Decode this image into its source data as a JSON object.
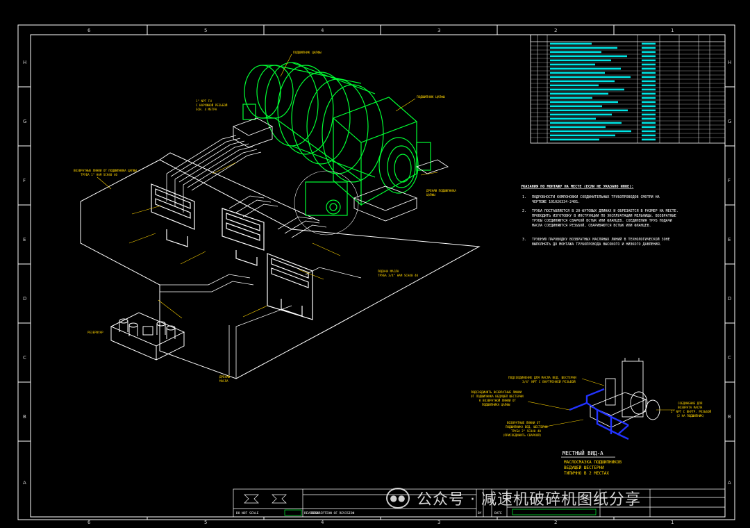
{
  "border": {
    "col_labels_top": [
      "6",
      "5",
      "4",
      "3",
      "2",
      "1"
    ],
    "col_labels_bottom": [
      "6",
      "5",
      "4",
      "3",
      "2",
      "1"
    ],
    "row_labels_left": [
      "H",
      "G",
      "F",
      "E",
      "D",
      "C",
      "B",
      "A"
    ],
    "row_labels_right": [
      "H",
      "G",
      "F",
      "E",
      "D",
      "C",
      "B",
      "A"
    ]
  },
  "notes": {
    "heading": "УКАЗАНИЯ ПО МОНТАЖУ НА МЕСТЕ (ЕСЛИ НЕ УКАЗАНО ИНОЕ):",
    "items": [
      {
        "num": "1.",
        "lines": [
          "ПОДРОБНОСТИ КОМПОНОВКИ СОЕДИНИТЕЛЬНЫХ ТРУБОПРОВОДОВ СМОТРИ НА",
          "ЧЕРТЕЖЕ 101026334-2401."
        ]
      },
      {
        "num": "2.",
        "lines": [
          "ТРУБА ПОСТАВЛЯЕТСЯ В 20-ФУТОВЫХ ДЛИНАХ И ОБРЕЗАЕТСЯ В РАЗМЕР НА МЕСТЕ.",
          "ПРОВОДИТЬ ИЗГОТОВКУ В ИНСТРУКЦИИ ПО ЭКСПЛУАТАЦИИ МЕЛЬНИЦЫ. ВОЗВРАТНЫЕ",
          "ТРУБЫ СОЕДИНЯЮТСЯ СВАРКОЙ ВСТЫК ИЛИ ФЛАНЦЕВ. СОЕДИНЕНИЯ ТРУБ ПОДАЧИ",
          "МАСЛА СОЕДИНЯЮТСЯ РЕЗЬБОЙ, СВАРИВАЮТСЯ ВСТЫК ИЛИ ФЛАНЦЕВ."
        ]
      },
      {
        "num": "3.",
        "lines": [
          "ТРУБНУЮ ПАРОВОДКУ ВОЗВРАТНЫХ МАСЛЯНЫХ ЛИНИЙ В ТЕХНОЛОГИЧЕСКОЙ ЗОНЕ",
          "ВЫПОЛНЯТЬ ДО МОНТАЖА ТРУБОПРОВОДА ВЫСОКОГО И НИЗКОГО ДАВЛЕНИЯ."
        ]
      }
    ]
  },
  "callouts": {
    "top_bearing": "ПОДШИПНИК ЦАПФЫ",
    "right_bearing": "ПОДШИПНИК ЦАПФЫ",
    "pipe_1npt": [
      "1\" NPT ГН",
      "С НАРУЖНОЙ РЕЗЬБОЙ",
      "SCH. 4 МЕТРА"
    ],
    "return_line": [
      "ВОЗВРАТНЫЕ ЛИНИИ ОТ ПОДШИПНИКА ЦАПФЫ",
      "ТРУБА 1\" НАМ SCH40 40"
    ],
    "pinion_drain": [
      "ДРЕНАЖ ПОДШИПНИКА",
      "ЦАПФЫ"
    ],
    "oil_unit": "РЕЗЕРВУАР",
    "supply_line": [
      "ПОДАЧА МАСЛА",
      "ТРУБА 3/4\" НАМ SCH40 40"
    ],
    "pipe_drain": [
      "ДРЕНАЖ",
      "МАСЛА"
    ]
  },
  "detail": {
    "title": "МЕСТНЫЙ ВИД-А",
    "subtitle_lines": [
      "МАСЛОСМАЗКА ПОДШИПНИКОВ",
      "ВЕДУЩЕЙ ШЕСТЕРНИ",
      "ТИПИЧНО В 2 МЕСТАХ"
    ],
    "label_top": [
      "ПОДСОЕДИНЕНИЕ ДЛЯ МАСЛА ВЕД. ШЕСТЕРНИ",
      "3/4\" NPT С ВНУТРЕННЕЙ РЕЗЬБОЙ"
    ],
    "label_left": [
      "ПОДСОЕДИНИТЬ ВОЗВРАТНЫЕ ЛИНИИ",
      "ОТ ПОДШИПНИКА ВЕДУЩЕЙ ШЕСТЕРНИ",
      "К ВОЗВРАТНОЙ ЛИНИИ ОТ",
      "ПОДШИПНИКА ЦАПФЫ"
    ],
    "label_bottom": [
      "ВОЗВРАТНЫЕ ЛИНИИ ОТ",
      "ПОДШИПНИКА ВЕД. ШЕСТЕРНИ",
      "ТРУБА 2\" SCH40 40",
      "(ПРИСОЕДИНИТЬ СВАРКОЙ)"
    ],
    "label_right": [
      "СОЕДИНЕНИЕ ДЛЯ",
      "ВОЗВРАТА МАСЛА",
      "2\" NPT С ВНУТР. РЕЗЬБОЙ",
      "(2 НА ПОДШИПНИК)"
    ]
  },
  "title_block": {
    "description_header": "DESCRIPTION OF REVISION",
    "do_not_scale": "DO NOT SCALE",
    "revision": "REVISION",
    "by": "BY",
    "date": "DATE"
  },
  "watermark": "公众号 · 减速机破碎机图纸分享",
  "colors": {
    "background": "#000000",
    "frame": "#ffffff",
    "annotation": "#ffd400",
    "mill": "#00ff33",
    "table": "#00e5e5",
    "detail_pipe": "#2233ff"
  }
}
